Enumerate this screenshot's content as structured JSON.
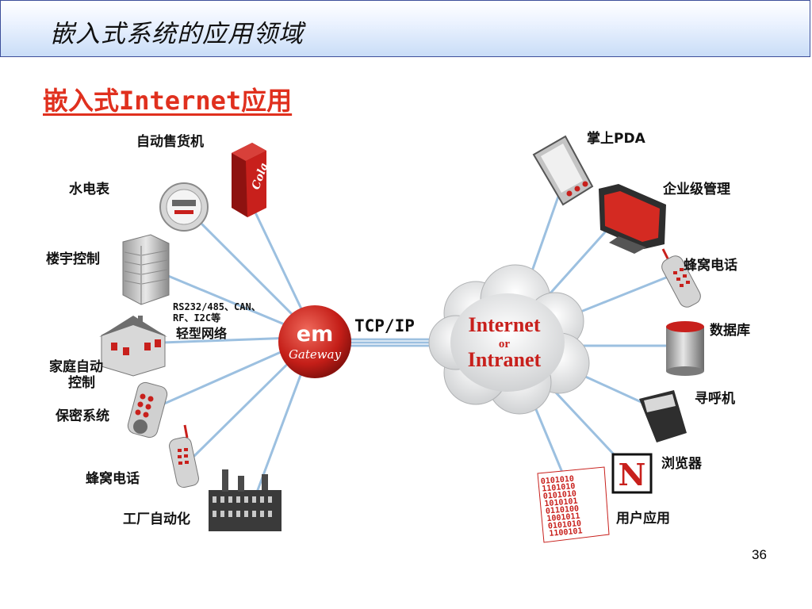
{
  "slide": {
    "title": "嵌入式系统的应用领域",
    "heading": "嵌入式Internet应用",
    "page_number": "36"
  },
  "diagram": {
    "gateway": {
      "line1": "em",
      "line2": "Gateway"
    },
    "protocol": "TCP/IP",
    "cloud": {
      "line1": "Internet",
      "line2": "or",
      "line3": "Intranet"
    },
    "bus_note": {
      "line1": "RS232/485、CAN、",
      "line2": "RF、I2C等",
      "line3": "轻型网络"
    },
    "vending_brand": "Cola",
    "left_devices": {
      "vending": "自动售货机",
      "meter": "水电表",
      "building": "楼宇控制",
      "home_line1": "家庭自动",
      "home_line2": "控制",
      "security": "保密系统",
      "cellular": "蜂窝电话",
      "factory": "工厂自动化"
    },
    "right_devices": {
      "pda": "掌上PDA",
      "enterprise": "企业级管理",
      "cellular": "蜂窝电话",
      "database": "数据库",
      "pager": "寻呼机",
      "browser": "浏览器",
      "browser_logo": "N",
      "user_app": "用户应用"
    },
    "binary_text": [
      "0101010",
      "1101010",
      "0101010",
      "1010101",
      "0110100",
      "1001011",
      "0101010",
      "1100101"
    ],
    "colors": {
      "link": "#9cc0e0",
      "gateway": "#d42a22",
      "device_red": "#c8201c",
      "heading": "#e0301e"
    }
  }
}
